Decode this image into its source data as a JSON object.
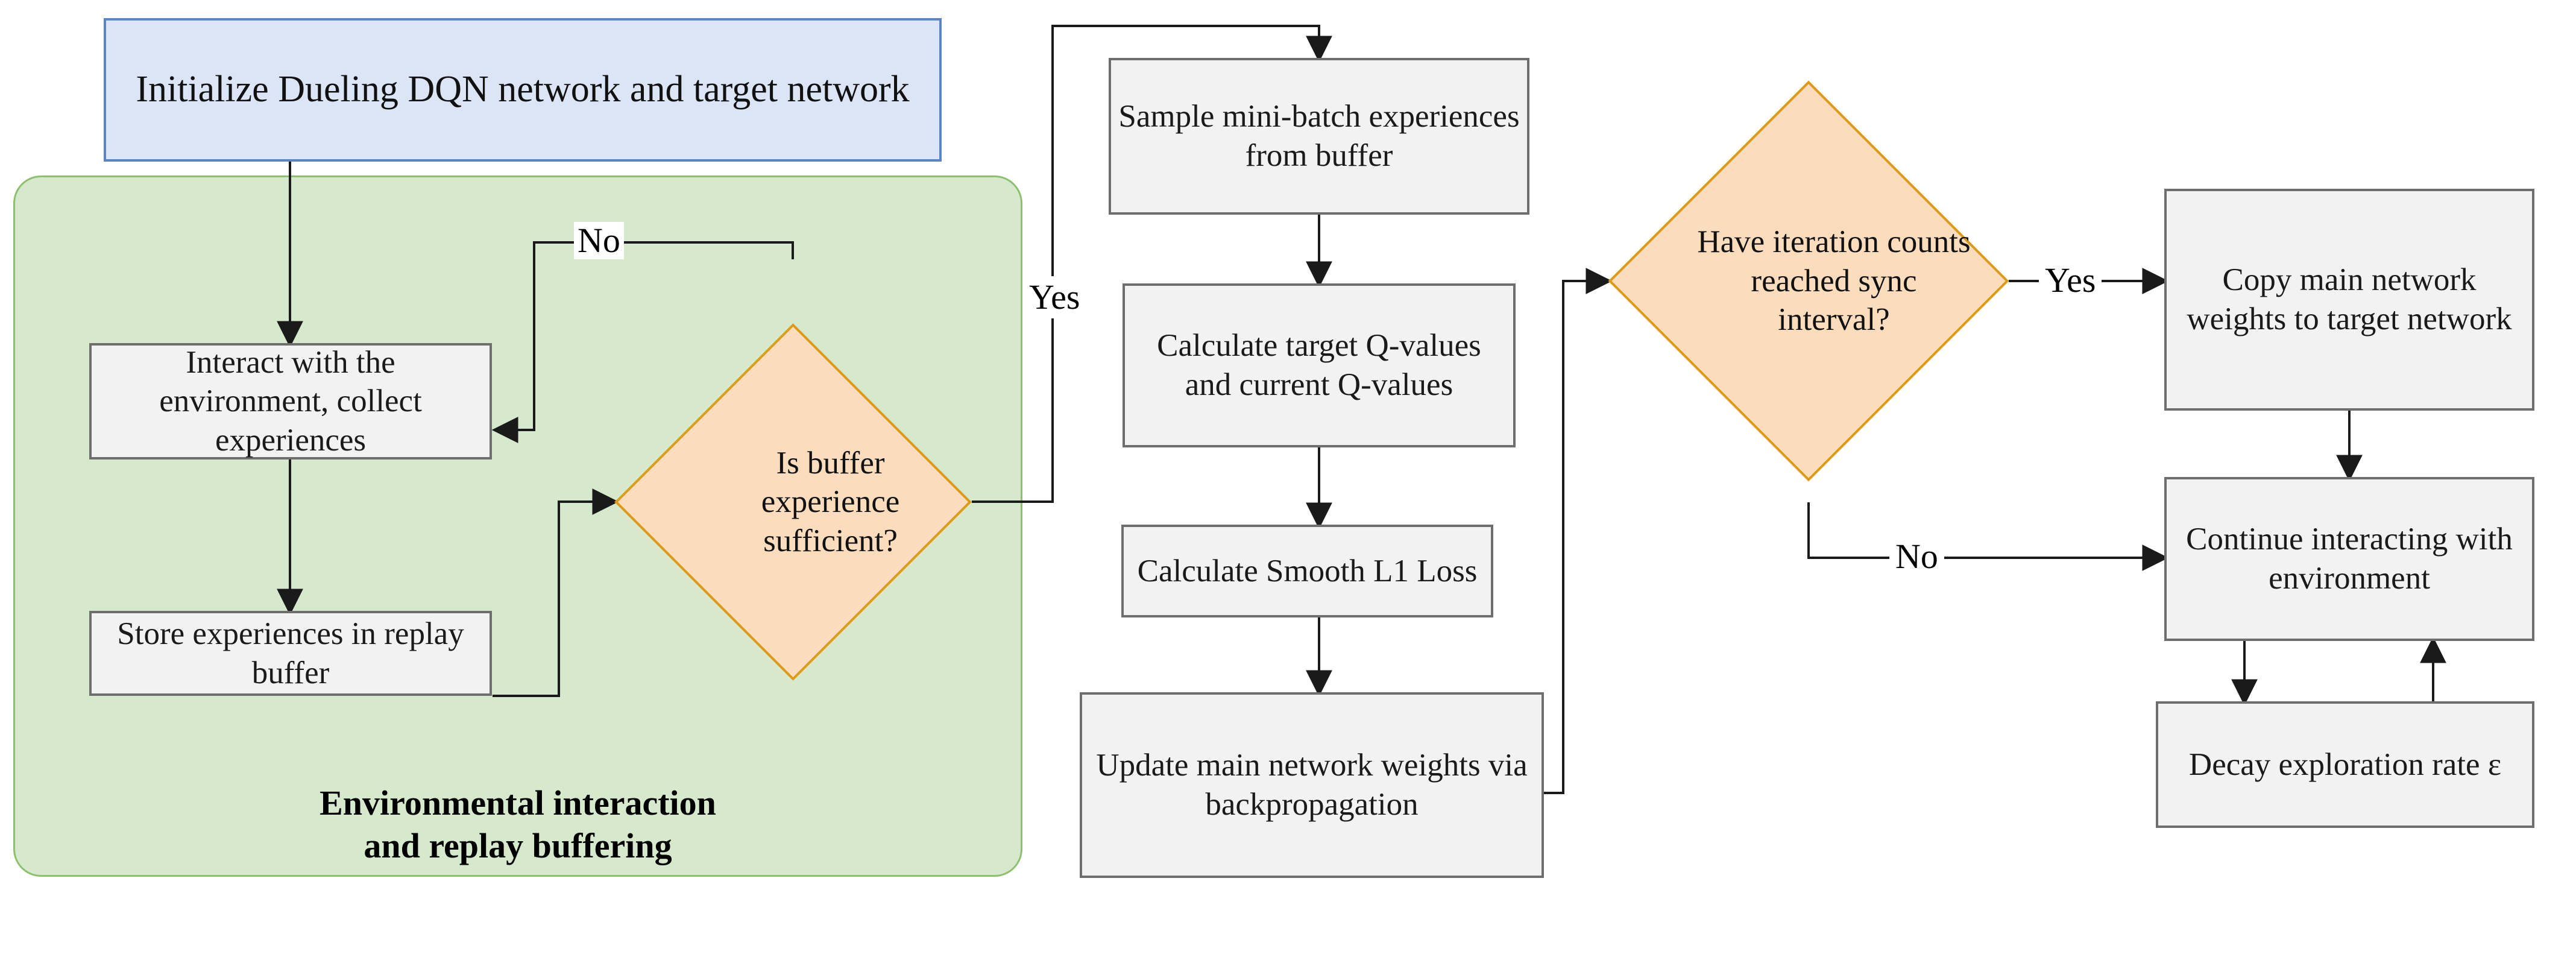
{
  "diagram": {
    "title": "Dueling DQN training flowchart",
    "colors": {
      "start_fill": "#dbe5f5",
      "start_border": "#5b84c4",
      "process_fill": "#f2f2f2",
      "process_border": "#6e6e6e",
      "decision_fill": "#fbdcbd",
      "decision_border": "#dd9a17",
      "group_fill": "#d7e9cd",
      "group_border": "#8cbf6e",
      "connector": "#1a1a1a",
      "text": "#111111"
    }
  },
  "nodes": {
    "init": {
      "label": "Initialize Dueling DQN network and target network",
      "type": "start"
    },
    "interact": {
      "label": "Interact with the environment, collect experiences",
      "type": "process"
    },
    "store": {
      "label": "Store experiences in replay buffer",
      "type": "process"
    },
    "buffer_decision": {
      "label": "Is buffer experience sufficient?",
      "type": "decision"
    },
    "sample": {
      "label": "Sample mini-batch experiences from buffer",
      "type": "process"
    },
    "qvalues": {
      "label": "Calculate target Q-values and current Q-values",
      "type": "process"
    },
    "loss": {
      "label": "Calculate Smooth L1 Loss",
      "type": "process"
    },
    "update": {
      "label": "Update main network weights via backpropagation",
      "type": "process"
    },
    "sync_decision": {
      "label": "Have iteration counts reached sync interval?",
      "type": "decision"
    },
    "copy": {
      "label": "Copy main network weights to target network",
      "type": "process"
    },
    "continue": {
      "label": "Continue interacting with environment",
      "type": "process"
    },
    "decay": {
      "label": "Decay exploration rate ε",
      "type": "process"
    }
  },
  "group": {
    "label_line1": "Environmental interaction",
    "label_line2": "and replay buffering"
  },
  "edge_labels": {
    "buffer_no": "No",
    "buffer_yes": "Yes",
    "sync_yes": "Yes",
    "sync_no": "No"
  }
}
